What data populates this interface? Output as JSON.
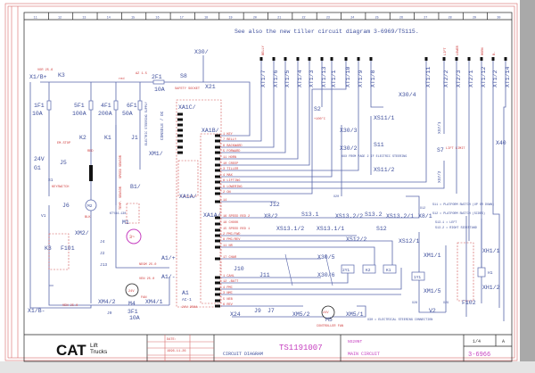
{
  "header": {
    "columns": [
      "11",
      "12",
      "13",
      "14",
      "15",
      "16",
      "17",
      "18",
      "19",
      "20",
      "21",
      "22",
      "23",
      "24",
      "25",
      "26",
      "27",
      "28",
      "29",
      "30"
    ],
    "note": "See also the new tiller circuit diagram 3-6969/TS115."
  },
  "labels": {
    "x1_bplus": "X1/B+",
    "vor": "VOR 25.6",
    "k3": "K3",
    "red_wire": "red",
    "az15": "AZ 1.5",
    "f2": "2F1",
    "f2_rating": "10A",
    "s8": "S8",
    "safety_socket": "SAFETY SOCKET",
    "x21": "X21",
    "x30": "X30/",
    "f1": "1F1",
    "f1_rating": "10A",
    "f5": "5F1",
    "f5_rating": "100A",
    "f4": "4F1",
    "f4_rating": "200A",
    "f6": "6F1",
    "f6_rating": "50A",
    "k2_left": "K2",
    "k1_left": "K1",
    "j1": "J1",
    "steering_supply": "ELECTRIC STEERING SUPPLY",
    "console": "CONSOLE / DC",
    "xa1c": "XA1C/",
    "xa1b": "XA1B/",
    "xa1a": "XA1A/",
    "xa1a2": "XA1A/",
    "v24": "24V",
    "g1": "G1",
    "em_stop": "EM.STOP",
    "j5": "J5",
    "s1": "S1",
    "keyswitch": "KEYSWITCH",
    "j6": "J6",
    "v1": "V1",
    "k3_relay": "K3",
    "f101": "F101",
    "m2": "M2",
    "blk": "BLK",
    "red_cable": "RED",
    "xm2": "XM2/",
    "j4": "J4",
    "j2": "J2",
    "j13": "J13",
    "ven_left": "VEN 25.0",
    "x1_bminus": "X1/B-",
    "m4": "M4",
    "m4_volt": "24V",
    "fan": "FAN",
    "xm4_2": "XM4/2",
    "xm4_1": "XM4/1",
    "j9_left": "J9",
    "f3": "3F1",
    "f3_rating": "10A",
    "m1": "M1",
    "m1_sym": "3~",
    "b1": "B1/",
    "kty": "KTY84-130",
    "xm1": "XM1/",
    "temp_sensor": "TEMP. SENSOR",
    "speed_sensor": "SPEED SENSOR",
    "a1_plus": "A1/+",
    "a1_minus": "A1/-",
    "negm": "NEGM 25.0",
    "ven_mid": "VEN 25.0",
    "a1": "A1",
    "ac1": "AC-1",
    "a1_rating": "24V 250A",
    "xt1_7": "XT1/7",
    "xt1_6": "XT1/6",
    "xt1_5": "XT1/5",
    "xt1_4": "XT1/4",
    "xt1_3": "XT1/3",
    "xt1_13": "XT1/13",
    "xt1_1": "XT1/1",
    "xt1_10": "XT1/10",
    "xt1_9": "XT1/9",
    "xt1_8": "XT1/8",
    "xt1_11": "XT1/11",
    "xt2_2": "XT2/2",
    "xt2_3": "XT2/3",
    "xt2_1": "XT2/1",
    "xt1_12": "XT1/12",
    "xt1_2": "XT1/2",
    "xt1_14": "XT1/14",
    "top_belly": "BELLY",
    "top_lift": "LIFT",
    "top_lower": "LOWER",
    "top_horn": "HORN",
    "top_bminus": "B-",
    "s2": "S2",
    "s2_temp": "+100°C",
    "x30_4": "X30/4",
    "xs11_1": "XS11/1",
    "s11": "S11",
    "xs11_2": "XS11/2",
    "x30_3": "X30/3",
    "x30_2": "X30/2",
    "x20": "X20",
    "from_page2": "XXX FROM PAGE 2 IF ELECTRIC STEERING",
    "xs7_1": "XS7/1",
    "s7": "S7",
    "lift_limit": "LIFT LIMIT",
    "xs7_2": "XS7/2",
    "x40": "X40",
    "j12": "J12",
    "x8_2": "X8/2",
    "s13_1": "S13.1",
    "xs13_1_2": "XS13.1/2",
    "xs13_1_1": "XS13.1/1",
    "xs13_2_2": "XS13.2/2",
    "s13_2": "S13.2",
    "xs13_2_1": "XS13.2/1",
    "x8_1": "X8/1",
    "s12": "S12",
    "xs12_2": "XS12/2",
    "xs12_1": "XS12/1",
    "x12": "X12",
    "legend_s11": "S11 = PLATFORM SWITCH (UP OR DOWN)",
    "legend_s12": "S12 = PLATFORM SWITCH (SIDES)",
    "legend_s13_1": "S13.1 = LEFT",
    "legend_s13_2": "S13.2 = RIGHT SIDESTAND",
    "x30_5": "X30/5",
    "x30_6": "X30/6",
    "j10": "J10",
    "j11": "J11",
    "y2": "2Y1",
    "k2_relay": "K2",
    "k1_relay": "K1",
    "y1": "1Y1",
    "xm1_1": "XM1/1",
    "xm1_5": "XM1/5",
    "v2": "V2",
    "x28": "X28",
    "x29": "X29",
    "h1": "H1",
    "xh1_1": "XH1/1",
    "xh1_2": "XH1/2",
    "f102": "F102",
    "x24": "X24",
    "j9": "J9",
    "j7": "J7",
    "xm5_2": "XM5/2",
    "m5": "M5",
    "m5_volt": "24V",
    "xm5_1": "XM5/1",
    "x30_note": "X30 = ELECTRICAL STEERING CONNECTION",
    "controller_fan": "CONTROLLER FAN"
  },
  "connector_rows_b": [
    "1 KEY",
    "7 BELLY",
    "6 BACKWARD",
    "5 FORWARD",
    "11 HORN",
    "10 CREEP",
    "3 TILLER",
    "4 MAX",
    "8 LIFTING",
    "9 LOWERING",
    "2 ON"
  ],
  "connector_rows_a": [
    "14",
    "16 SPEED RED 2",
    "18 CHOOK",
    "15 SPEED RED 1",
    "2 PMC/FWD",
    "8 PMC/REV",
    "11 NR",
    "17 CHAR",
    "1 CAHL",
    "12 -BATT",
    "4 PMC",
    "3 NMC",
    "5 NEB",
    "6 REV"
  ],
  "title_block": {
    "brand": "CAT",
    "brand_sub": "Lift Trucks",
    "date_label": "DATE:",
    "date_value": "1996-11-26",
    "doc_type": "CIRCUIT DIAGRAM",
    "doc_number": "TS1191007",
    "model": "NS20NT",
    "section": "MAIN CIRCUIT",
    "sheet": "1/4",
    "revision": "A",
    "drawing_number": "3-6966"
  },
  "colors": {
    "wire": "#5866aa",
    "label_blue": "#3e4f9c",
    "label_red": "#cf3b3b",
    "frame": "#d86a6a",
    "title_pink": "#c640c0"
  }
}
